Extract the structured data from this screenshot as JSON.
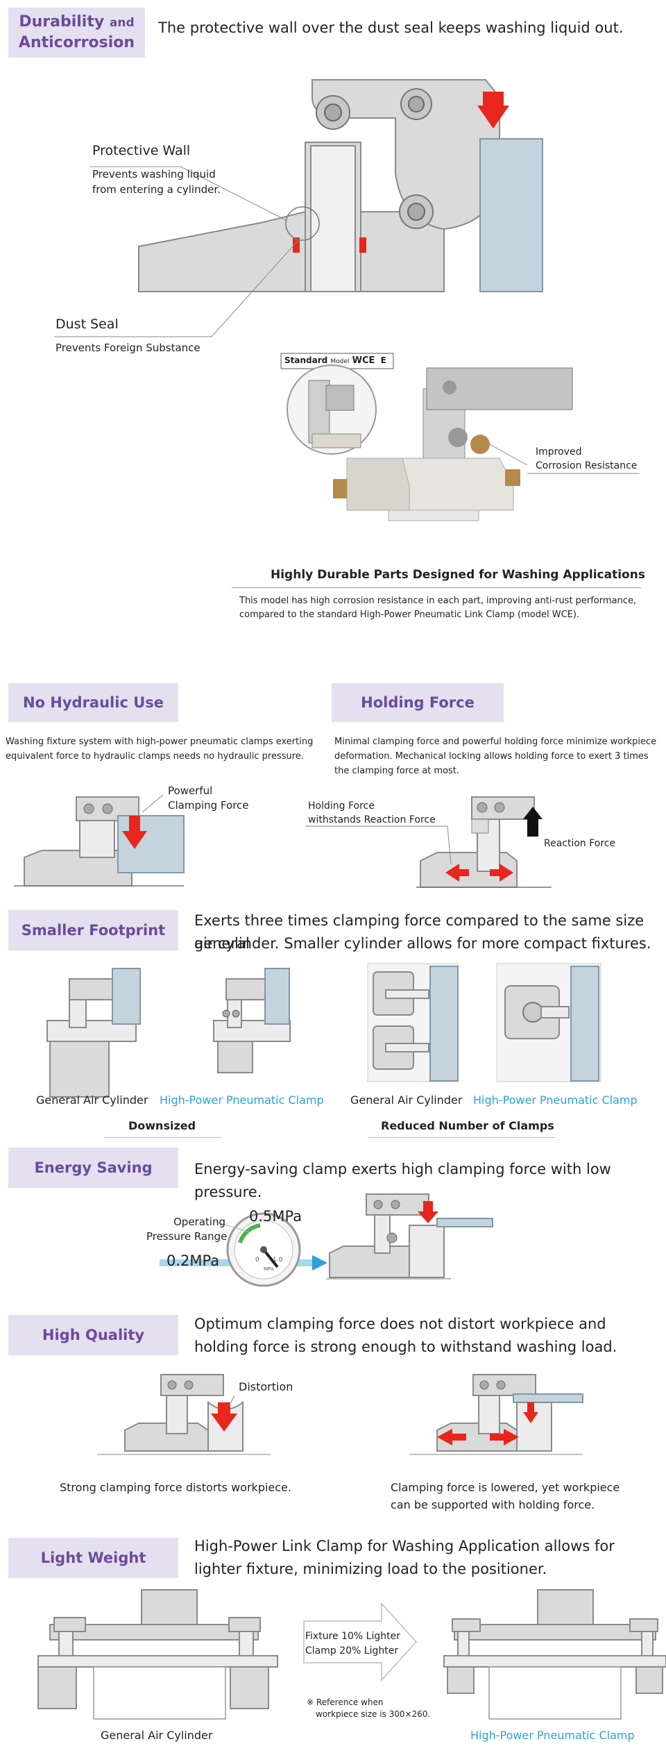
{
  "durability": {
    "title_main": "Durability",
    "title_and": "and",
    "title_sub": "Anticorrosion",
    "lead": "The protective wall over the dust seal keeps washing liquid out.",
    "protective_wall_title": "Protective Wall",
    "protective_wall_desc_1": "Prevents washing liquid",
    "protective_wall_desc_2": "from entering a cylinder.",
    "dust_seal_title": "Dust Seal",
    "dust_seal_desc": "Prevents Foreign Substance",
    "standard_label": "Standard",
    "model_label": "Model",
    "model_name": "WCE",
    "model_suffix": "E",
    "improved_1": "Improved",
    "improved_2": "Corrosion Resistance",
    "parts_title": "Highly Durable Parts Designed for Washing Applications",
    "parts_desc_1": "This model has high corrosion resistance in each part, improving anti-rust performance,",
    "parts_desc_2": "compared to the standard High-Power Pneumatic Link Clamp (model WCE)."
  },
  "no_hydraulic": {
    "title": "No Hydraulic Use",
    "desc_1": "Washing fixture system with high-power pneumatic clamps exerting",
    "desc_2": "equivalent force to hydraulic clamps needs no hydraulic pressure.",
    "label_1": "Powerful",
    "label_2": "Clamping Force"
  },
  "holding_force": {
    "title": "Holding Force",
    "desc_1": "Minimal clamping force and powerful holding force minimize workpiece",
    "desc_2": "deformation. Mechanical locking allows holding force to exert 3 times",
    "desc_3": "the clamping force at most.",
    "label_hold_1": "Holding Force",
    "label_hold_2": "withstands Reaction Force",
    "label_reaction": "Reaction Force"
  },
  "smaller_footprint": {
    "title": "Smaller Footprint",
    "lead_1": "Exerts three times clamping force compared to the same size general",
    "lead_2": "air cylinder. Smaller cylinder allows for more compact fixtures.",
    "cap_general_1": "General Air Cylinder",
    "cap_hp_1": "High-Power Pneumatic Clamp",
    "cap_general_2": "General Air Cylinder",
    "cap_hp_2": "High-Power Pneumatic Clamp",
    "sub_left": "Downsized",
    "sub_right": "Reduced Number of Clamps"
  },
  "energy_saving": {
    "title": "Energy Saving",
    "lead": "Energy-saving clamp exerts high clamping force with low pressure.",
    "operating_1": "Operating",
    "operating_2": "Pressure Range",
    "p_high": "0.5MPa",
    "p_low": "0.2MPa",
    "gauge_0": "0",
    "gauge_1": "1.0",
    "gauge_unit": "MPa"
  },
  "high_quality": {
    "title": "High Quality",
    "lead_1": "Optimum clamping force does not distort workpiece and",
    "lead_2": "holding force is strong enough to withstand washing load.",
    "distortion": "Distortion",
    "cap_left": "Strong clamping force distorts workpiece.",
    "cap_right_1": "Clamping force is lowered, yet workpiece",
    "cap_right_2": "can be supported with holding force."
  },
  "light_weight": {
    "title": "Light Weight",
    "lead_1": "High-Power Link Clamp for Washing Application allows for",
    "lead_2": "lighter fixture, minimizing load to the positioner.",
    "fixture": "Fixture  10% Lighter",
    "clamp": "Clamp   20% Lighter",
    "note_1": "※ Reference when",
    "note_2": "workpiece size is 300×260.",
    "cap_left": "General Air Cylinder",
    "cap_right": "High-Power Pneumatic Clamp"
  },
  "colors": {
    "header_bg": "#e4e0f0",
    "header_text": "#6a4b9a",
    "accent_red": "#e8261c",
    "accent_blue": "#29a3d8"
  }
}
